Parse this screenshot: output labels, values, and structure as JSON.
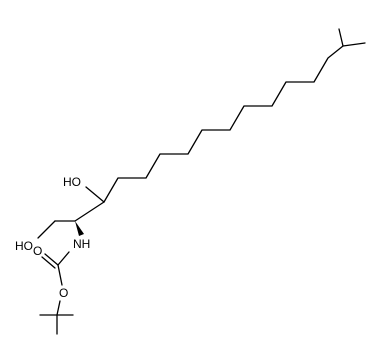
{
  "molecule": {
    "atom_labels": {
      "hydroxyl_secondary": "HO",
      "hydroxyl_primary": "HO",
      "amine": "NH",
      "carbonyl_oxygen": "O",
      "ester_oxygen": "O"
    },
    "colors": {
      "bond": "#000000",
      "label": "#000000",
      "background": "#ffffff"
    }
  }
}
